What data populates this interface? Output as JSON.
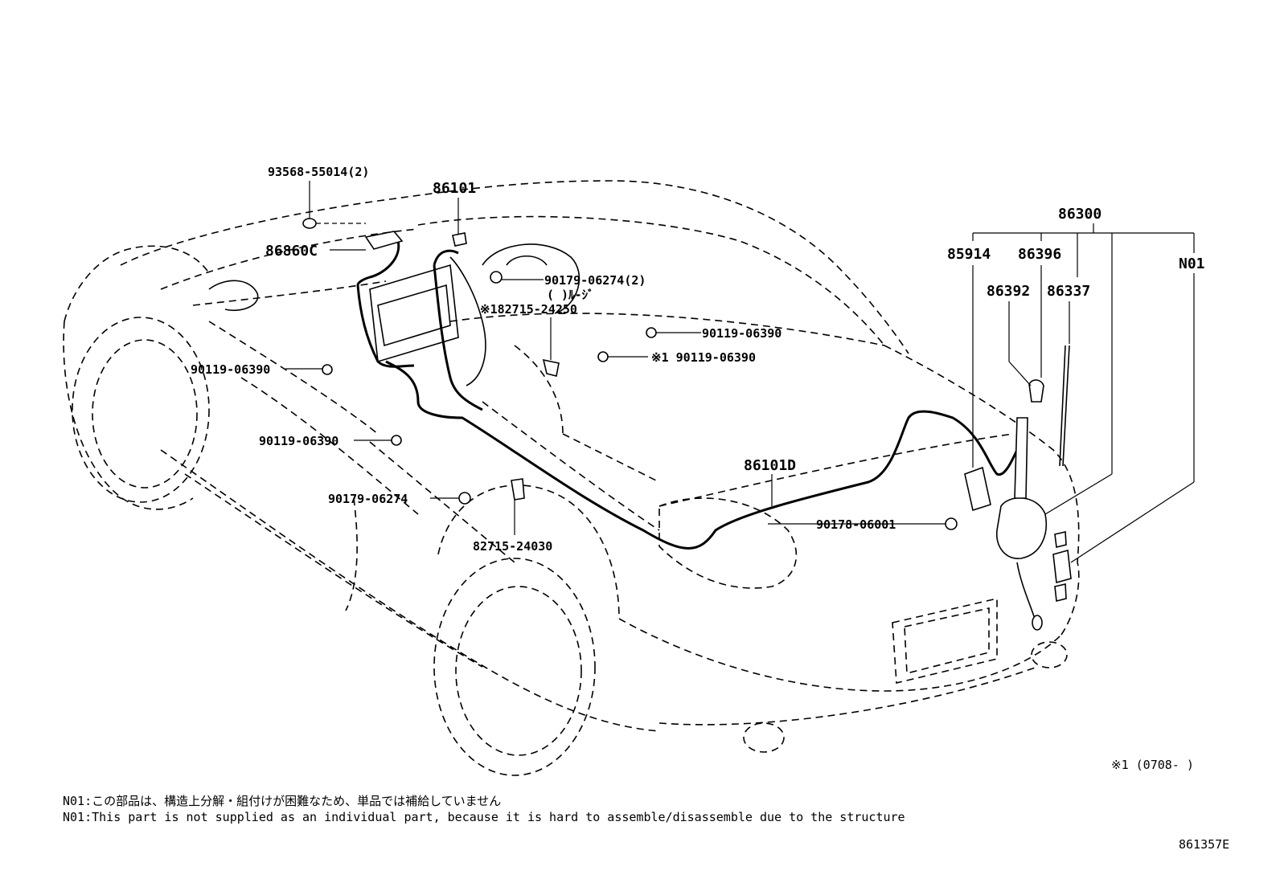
{
  "labels": {
    "l93568": "93568-55014(2)",
    "l86101": "86101",
    "l86860c": "86860C",
    "l90179_06274_2": "90179-06274(2)",
    "sub_mark": "( )ﾙ-ｼﾞ",
    "l82715_24250": "※182715-24250",
    "l90119_a": "90119-06390",
    "l90119_b": "※1 90119-06390",
    "l90119_c": "90119-06390",
    "l90119_d": "90119-06390",
    "l90179_06274": "90179-06274",
    "l82715_24030": "82715-24030",
    "l86101d": "86101D",
    "l90178": "90178-06001",
    "l86300": "86300",
    "l85914": "85914",
    "l86396": "86396",
    "l86392": "86392",
    "l86337": "86337",
    "lN01": "N01"
  },
  "footnote_mark": "※1 (0708-    )",
  "notes": {
    "jp": "N01:この部品は、構造上分解・組付けが困難なため、単品では補給していません",
    "en": "N01:This part is not supplied as an individual part, because it is hard to assemble/disassemble due to the structure"
  },
  "diagram_code": "861357E"
}
